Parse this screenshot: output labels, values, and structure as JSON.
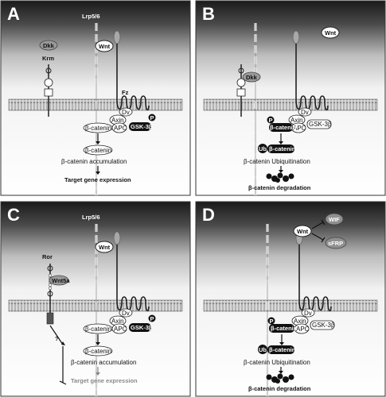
{
  "panels": {
    "A": {
      "letter": "A",
      "labels": {
        "lrp": "Lrp5/6",
        "wnt": "Wnt",
        "dkk": "Dkk",
        "krm": "Krm",
        "fz": "Fz",
        "dv": "Dv",
        "axin": "Axin",
        "apc": "APC",
        "gsk": "GSK-3β",
        "p": "P",
        "bcat1": "β-catenin",
        "bcat2": "β-catenin",
        "accum": "β-catenin accumulation",
        "target": "Target gene expression"
      }
    },
    "B": {
      "letter": "B",
      "labels": {
        "wnt": "Wnt",
        "dkk": "Dkk",
        "dv": "Dv",
        "axin": "Axin",
        "apc": "APC",
        "gsk": "GSK-3β",
        "p": "P",
        "bcat1": "β-catenin",
        "ub": "Ub",
        "bcat2": "β-catenin",
        "ubiq": "β-catenin Ubiquitination",
        "degr": "β-catenin degradation"
      }
    },
    "C": {
      "letter": "C",
      "labels": {
        "lrp": "Lrp5/6",
        "wnt": "Wnt",
        "ror": "Ror",
        "wnt5a": "Wnt5a",
        "dv": "Dv",
        "axin": "Axin",
        "apc": "APC",
        "gsk": "GSK-3β",
        "p": "P",
        "bcat1": "β-catenin",
        "bcat2": "β-catenin",
        "q": "?",
        "accum": "β-catenin accumulation",
        "target": "Target gene expression"
      }
    },
    "D": {
      "letter": "D",
      "labels": {
        "wif": "WIF",
        "wnt": "Wnt",
        "sfrp": "sFRP",
        "dv": "Dv",
        "axin": "Axin",
        "apc": "APC",
        "gsk": "GSK-3β",
        "p": "P",
        "bcat1": "β-catenin",
        "ub": "Ub",
        "bcat2": "β-catenin",
        "ubiq": "β-catenin Ubiquitination",
        "degr": "β-catenin degradation"
      }
    }
  }
}
